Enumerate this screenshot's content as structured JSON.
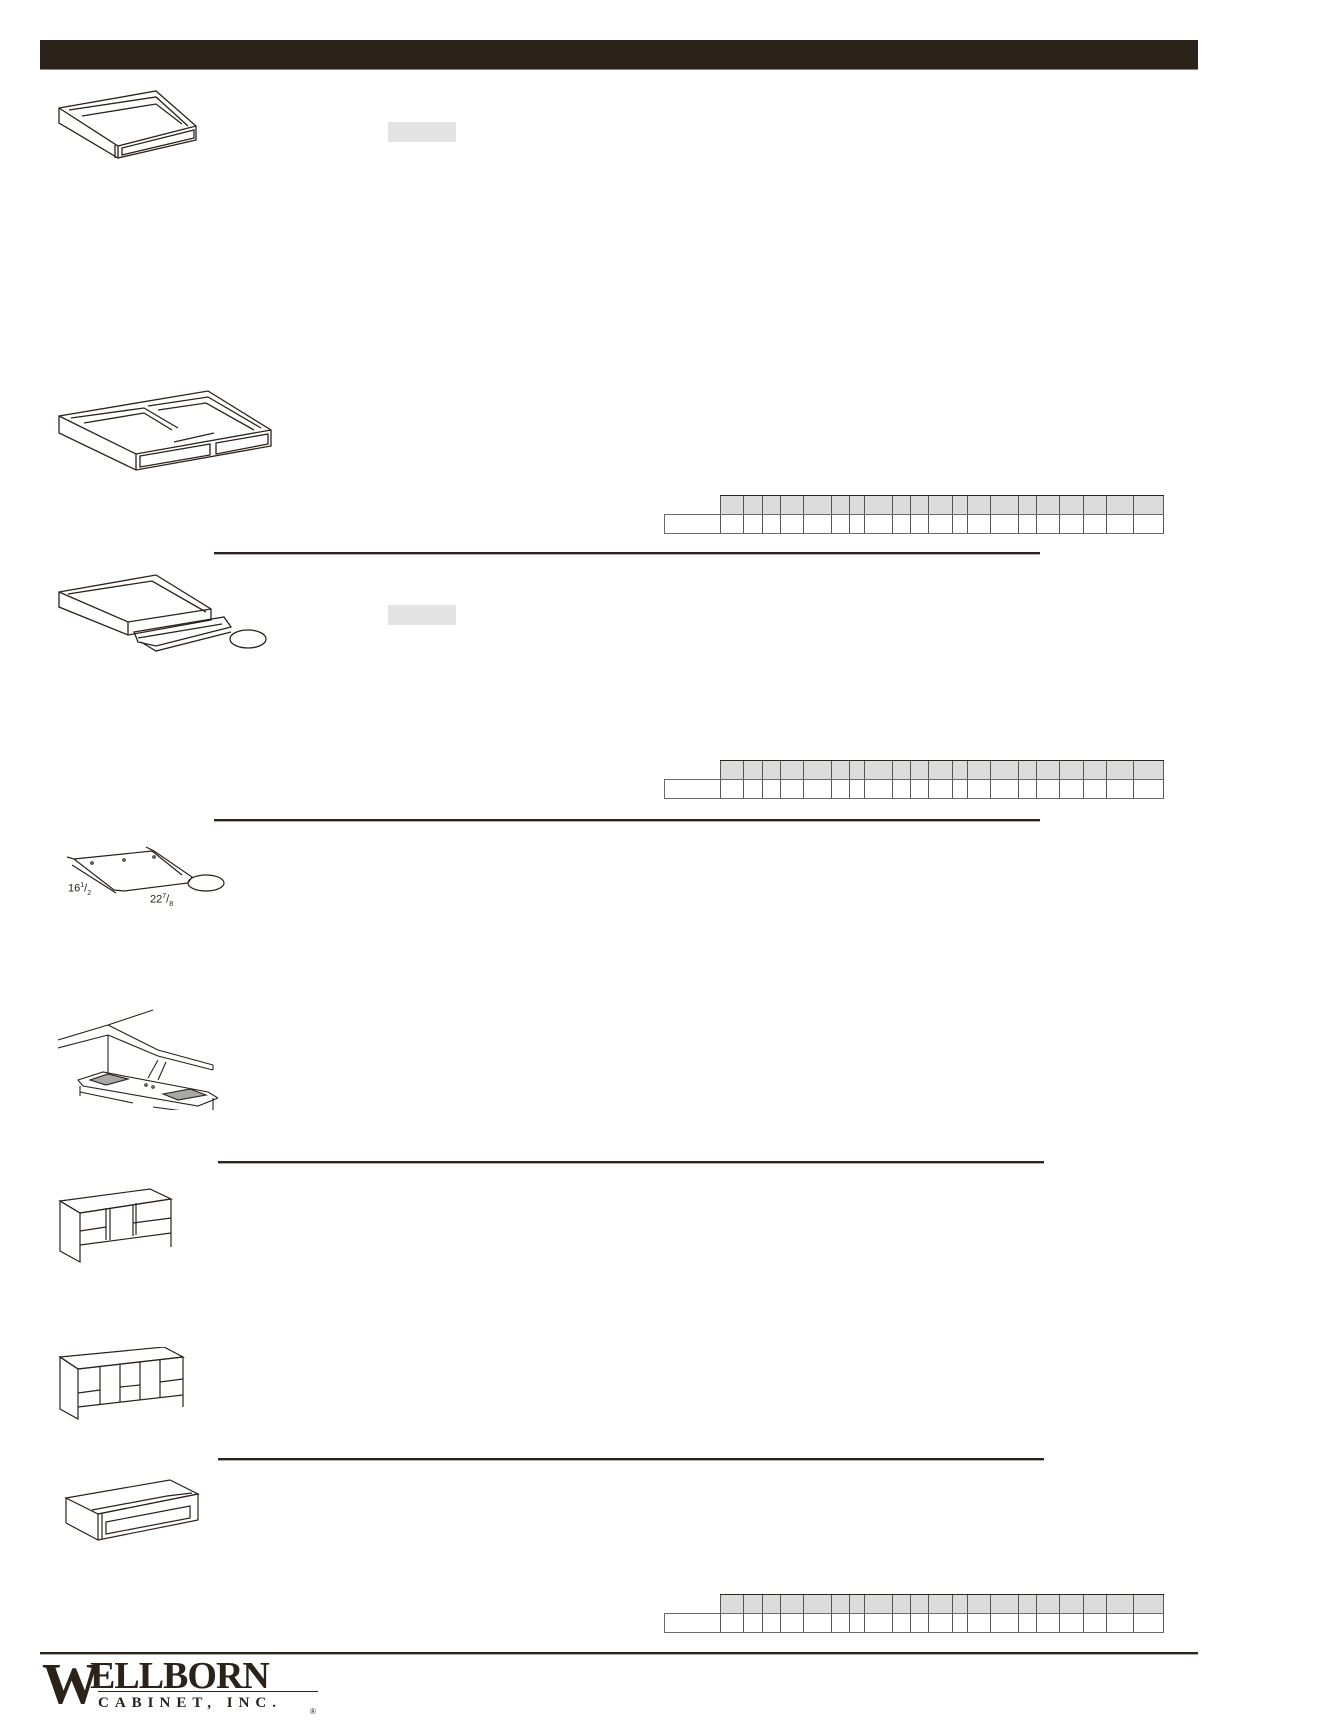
{
  "page": {
    "header_band": {
      "color": "#2b2219"
    },
    "accent_colors": {
      "dark_brown": "#2b2219",
      "grid_header_gray": "#dcdcdc",
      "label_box_gray": "#e4e4e4"
    }
  },
  "sections": [
    {
      "id": "drawer-single",
      "drawing": "single-roll-out-tray-icon",
      "label_box": true
    },
    {
      "id": "drawer-double",
      "drawing": "double-roll-out-tray-icon",
      "price_grid": true
    },
    {
      "id": "drawer-keyboard",
      "drawing": "drawer-with-keyboard-tray-icon",
      "label_box": true,
      "price_grid": true
    },
    {
      "id": "keyboard-slide",
      "drawing": "keyboard-slide-icon",
      "dimensions": {
        "depth_whole": "16",
        "depth_frac_num": "1",
        "depth_frac_den": "2",
        "width_whole": "22",
        "width_frac_num": "7",
        "width_frac_den": "8"
      }
    },
    {
      "id": "articulating-keyboard",
      "drawing": "articulating-keyboard-tray-icon"
    },
    {
      "id": "desk-hutch-3",
      "drawing": "desk-hutch-three-opening-icon"
    },
    {
      "id": "desk-hutch-5",
      "drawing": "desk-hutch-five-opening-icon"
    },
    {
      "id": "file-drawer",
      "drawing": "shallow-drawer-cabinet-icon",
      "price_grid": true
    }
  ],
  "price_grid": {
    "columns": 20,
    "header_cells": [
      "",
      "",
      "",
      "",
      "",
      "",
      "",
      "",
      "",
      "",
      "",
      "",
      "",
      "",
      "",
      "",
      "",
      "",
      "",
      ""
    ],
    "row_label": "",
    "row_cells": [
      "",
      "",
      "",
      "",
      "",
      "",
      "",
      "",
      "",
      "",
      "",
      "",
      "",
      "",
      "",
      "",
      "",
      "",
      "",
      ""
    ]
  },
  "footer": {
    "logo": {
      "initial": "W",
      "name_rest": "ELLBORN",
      "subtitle": "CABINET, INC.",
      "registered": "®"
    }
  }
}
